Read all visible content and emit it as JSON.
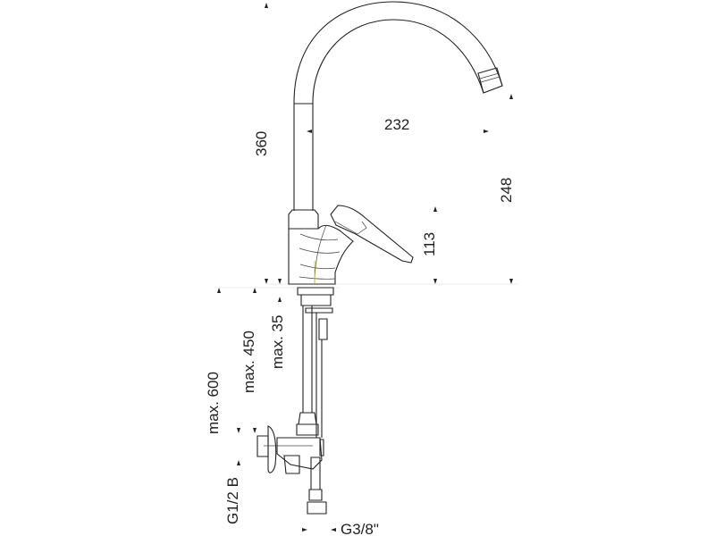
{
  "drawing": {
    "title": "Kitchen faucet dimension drawing",
    "dimensions": {
      "total_height": "360",
      "spout_reach": "232",
      "spout_height": "248",
      "lever_height": "113",
      "max_600": "max. 600",
      "max_450": "max. 450",
      "max_35": "max. 35",
      "inlet_thread": "G1/2 B",
      "outlet_thread": "G3/8\""
    }
  }
}
